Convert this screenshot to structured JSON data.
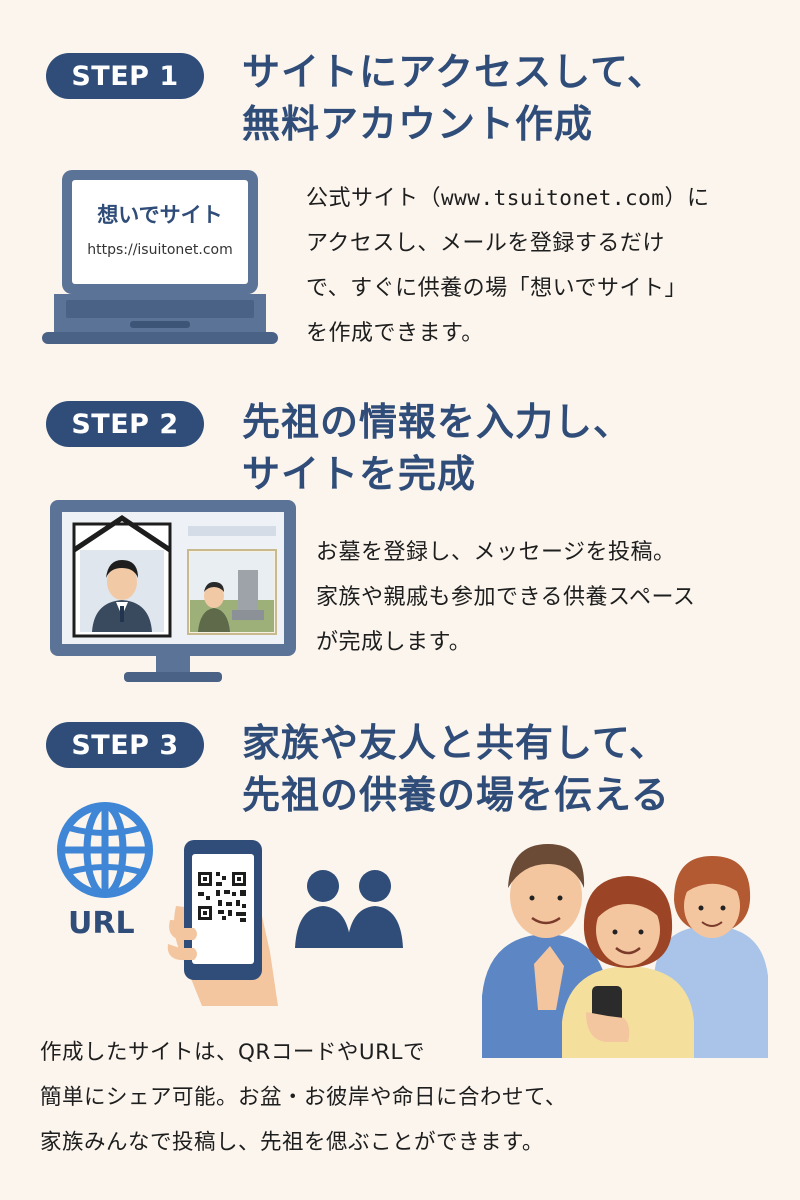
{
  "step1": {
    "badge": "STEP 1",
    "title_line1": "サイトにアクセスして、",
    "title_line2": "無料アカウント作成",
    "laptop_screen_title": "想いでサイト",
    "laptop_screen_url": "https://isuitonet.com",
    "body_line1_pre": "公式サイト（",
    "body_line1_url": "www.tsuitonet.com",
    "body_line1_post": "）に",
    "body_line2": "アクセスし、メールを登録するだけ",
    "body_line3": "で、すぐに供養の場「想いでサイト」",
    "body_line4": "を作成できます。"
  },
  "step2": {
    "badge": "STEP 2",
    "title_line1": "先祖の情報を入力し、",
    "title_line2": "サイトを完成",
    "body_line1": "お墓を登録し、メッセージを投稿。",
    "body_line2": "家族や親戚も参加できる供養スペース",
    "body_line3": "が完成します。"
  },
  "step3": {
    "badge": "STEP 3",
    "title_line1": "家族や友人と共有して、",
    "title_line2": "先祖の供養の場を伝える",
    "globe_label": "URL",
    "body_line1": "作成したサイトは、QRコードやURLで",
    "body_line2": "簡単にシェア可能。お盆・お彼岸や命日に合わせて、",
    "body_line3": "家族みんなで投稿し、先祖を偲ぶことができます。"
  },
  "colors": {
    "navy": "#2f4d78",
    "steel": "#5b7396",
    "background": "#fbf5ee",
    "globe_blue": "#3f86d6"
  },
  "icons": [
    "laptop-icon",
    "monitor-icon",
    "globe-icon",
    "smartphone-qr-icon",
    "people-icon"
  ]
}
